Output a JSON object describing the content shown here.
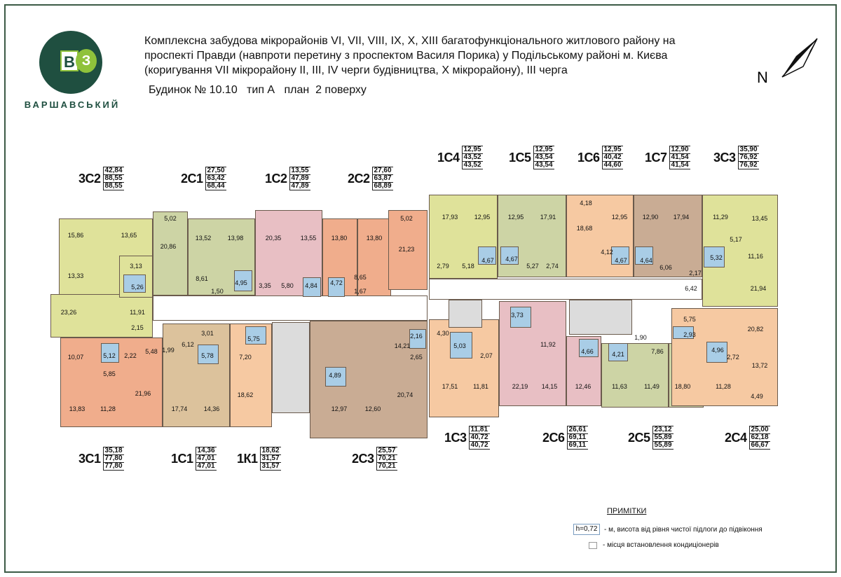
{
  "brand": {
    "name": "ВАРШАВСЬКИЙ",
    "letter1": "В",
    "letter2": "З"
  },
  "header": {
    "line1": "Комплексна забудова мікрорайонів VI, VII, VIII, IX, X, XIII багатофункціонального житлового району на",
    "line2": "проспекті Правди (навпроти перетину з проспектом Василя Порика) у Подільському районі м. Києва",
    "line3": "(коригування VII мікрорайону II, III, IV черги будівництва, X мікрорайону), III черга",
    "building": "Будинок № 10.10   тип А   план  2 поверху"
  },
  "compass": {
    "label": "N"
  },
  "colors": {
    "yellow_green": "#dfe29a",
    "olive": "#cdd4a5",
    "pink": "#e8bfc4",
    "salmon": "#f0ad8c",
    "peach": "#f6c9a2",
    "beige": "#dcc29c",
    "tan": "#c9ac94",
    "corridor": "#ffffff",
    "bathroom": "#a9cde6",
    "grey_stair": "#dcdcdc"
  },
  "apartments": [
    {
      "code": "3С2",
      "nums": [
        "42,84",
        "88,55",
        "88,55"
      ]
    },
    {
      "code": "2С1",
      "nums": [
        "27,50",
        "63,42",
        "68,44"
      ]
    },
    {
      "code": "1С2",
      "nums": [
        "13,55",
        "47,89",
        "47,89"
      ]
    },
    {
      "code": "2С2",
      "nums": [
        "27,60",
        "63,87",
        "68,89"
      ]
    },
    {
      "code": "1С4",
      "nums": [
        "12,95",
        "43,52",
        "43,52"
      ]
    },
    {
      "code": "1С5",
      "nums": [
        "12,95",
        "43,54",
        "43,54"
      ]
    },
    {
      "code": "1С6",
      "nums": [
        "12,95",
        "40,42",
        "44,60"
      ]
    },
    {
      "code": "1С7",
      "nums": [
        "12,90",
        "41,54",
        "41,54"
      ]
    },
    {
      "code": "3С3",
      "nums": [
        "35,90",
        "76,92",
        "76,92"
      ]
    },
    {
      "code": "3С1",
      "nums": [
        "35,18",
        "77,80",
        "77,80"
      ]
    },
    {
      "code": "1С1",
      "nums": [
        "14,36",
        "47,01",
        "47,01"
      ]
    },
    {
      "code": "1К1",
      "nums": [
        "18,62",
        "31,57",
        "31,57"
      ]
    },
    {
      "code": "2С3",
      "nums": [
        "25,57",
        "70,21",
        "70,21"
      ]
    },
    {
      "code": "1С3",
      "nums": [
        "11,81",
        "40,72",
        "40,72"
      ]
    },
    {
      "code": "2С6",
      "nums": [
        "26,61",
        "69,11",
        "69,11"
      ]
    },
    {
      "code": "2С5",
      "nums": [
        "23,12",
        "55,89",
        "55,89"
      ]
    },
    {
      "code": "2С4",
      "nums": [
        "25,00",
        "62,18",
        "66,67"
      ]
    }
  ],
  "room_areas": [
    "15,86",
    "13,65",
    "3,13",
    "13,33",
    "5,26",
    "23,26",
    "11,91",
    "2,15",
    "5,02",
    "20,86",
    "13,52",
    "13,98",
    "8,61",
    "1,50",
    "4,95",
    "20,35",
    "13,55",
    "3,35",
    "5,80",
    "4,84",
    "13,80",
    "13,80",
    "5,02",
    "21,23",
    "4,72",
    "8,65",
    "1,67",
    "17,93",
    "12,95",
    "2,79",
    "5,18",
    "4,67",
    "12,95",
    "17,91",
    "4,67",
    "5,27",
    "2,74",
    "4,18",
    "18,68",
    "12,95",
    "4,12",
    "4,67",
    "12,90",
    "17,94",
    "4,64",
    "6,06",
    "2,17",
    "11,29",
    "13,45",
    "5,17",
    "5,32",
    "11,16",
    "6,42",
    "21,94",
    "10,07",
    "5,12",
    "2,22",
    "5,48",
    "1,99",
    "5,85",
    "13,83",
    "11,28",
    "21,96",
    "3,01",
    "6,12",
    "5,75",
    "5,78",
    "7,20",
    "17,74",
    "14,36",
    "18,62",
    "4,89",
    "14,21",
    "2,16",
    "2,65",
    "12,97",
    "12,60",
    "20,74",
    "4,30",
    "5,03",
    "2,07",
    "17,51",
    "11,81",
    "3,73",
    "22,19",
    "11,92",
    "4,66",
    "14,15",
    "12,46",
    "4,21",
    "1,90",
    "7,86",
    "11,63",
    "11,49",
    "18,80",
    "5,75",
    "2,93",
    "4,96",
    "20,82",
    "2,72",
    "13,72",
    "11,28",
    "4,49"
  ],
  "notes": {
    "title": "ПРИМІТКИ",
    "sill_box": "h=0,72",
    "sill_text": "- м, висота від рівня чистої підлоги до підвіконня",
    "ac_text": "- місця встановлення кондиціонерів"
  }
}
